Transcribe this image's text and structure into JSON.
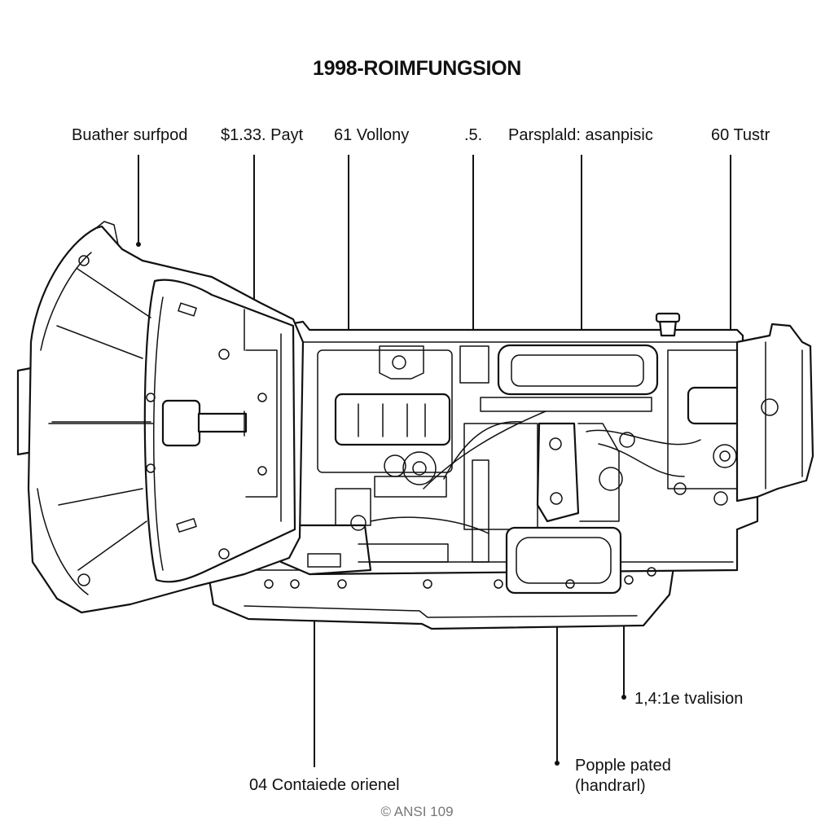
{
  "title": "1998-ROIMFUNGSION",
  "labels": {
    "top1": "Buather surfpod",
    "top2": "$1.33. Payt",
    "top3": "61 Vollony",
    "top4": ".5.",
    "top5": "Parsplald: asanpisic",
    "top6": "60 Tustr",
    "right1": "1,4:1e tvalision",
    "right2_line1": "Popple pated",
    "right2_line2": "(handrarl)",
    "bottom1": "04 Contaiede orienel"
  },
  "footer": "© ANSI 109"
}
